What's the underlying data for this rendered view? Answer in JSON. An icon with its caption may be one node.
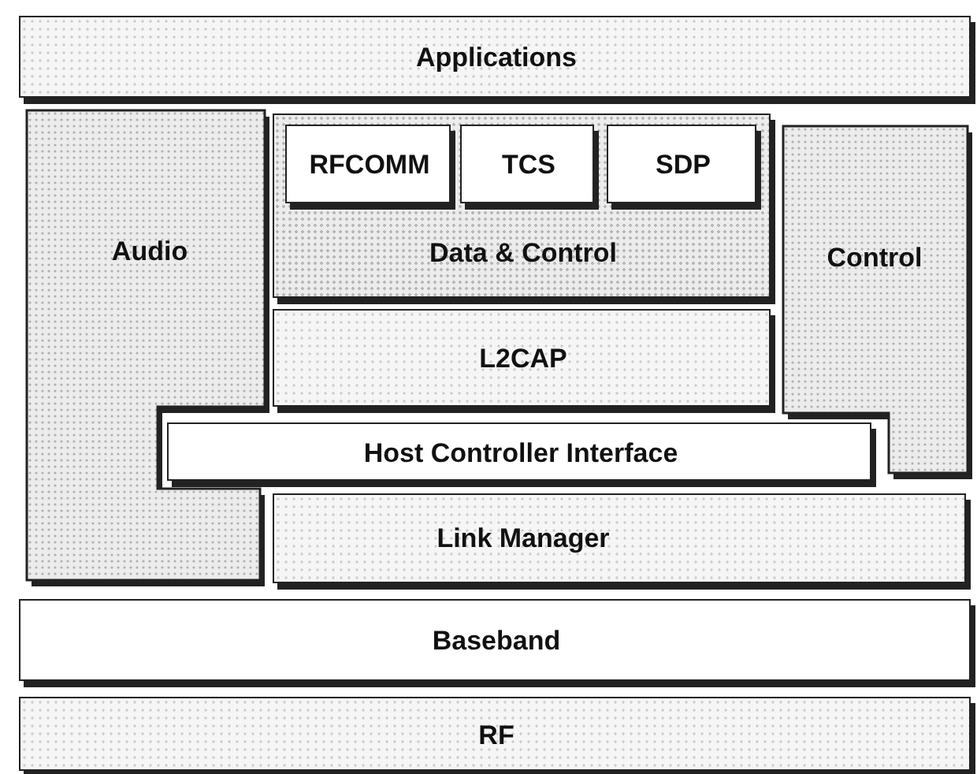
{
  "diagram": {
    "nodes": [
      {
        "text": [
          "Applications"
        ]
      },
      {
        "text": [
          "Audio"
        ]
      },
      {
        "text": [
          "Data & Control"
        ]
      },
      {
        "text": [
          "RFCOMM"
        ],
        "in": 2
      },
      {
        "text": [
          "TCS"
        ],
        "in": 2
      },
      {
        "text": [
          "SDP"
        ],
        "in": 2
      },
      {
        "text": [
          "Control"
        ]
      },
      {
        "text": [
          "L2CAP"
        ]
      },
      {
        "text": [
          "Host Controller Interface"
        ]
      },
      {
        "text": [
          "Link Manager"
        ]
      },
      {
        "text": [
          "Baseband"
        ]
      },
      {
        "text": [
          "RF"
        ]
      }
    ]
  }
}
